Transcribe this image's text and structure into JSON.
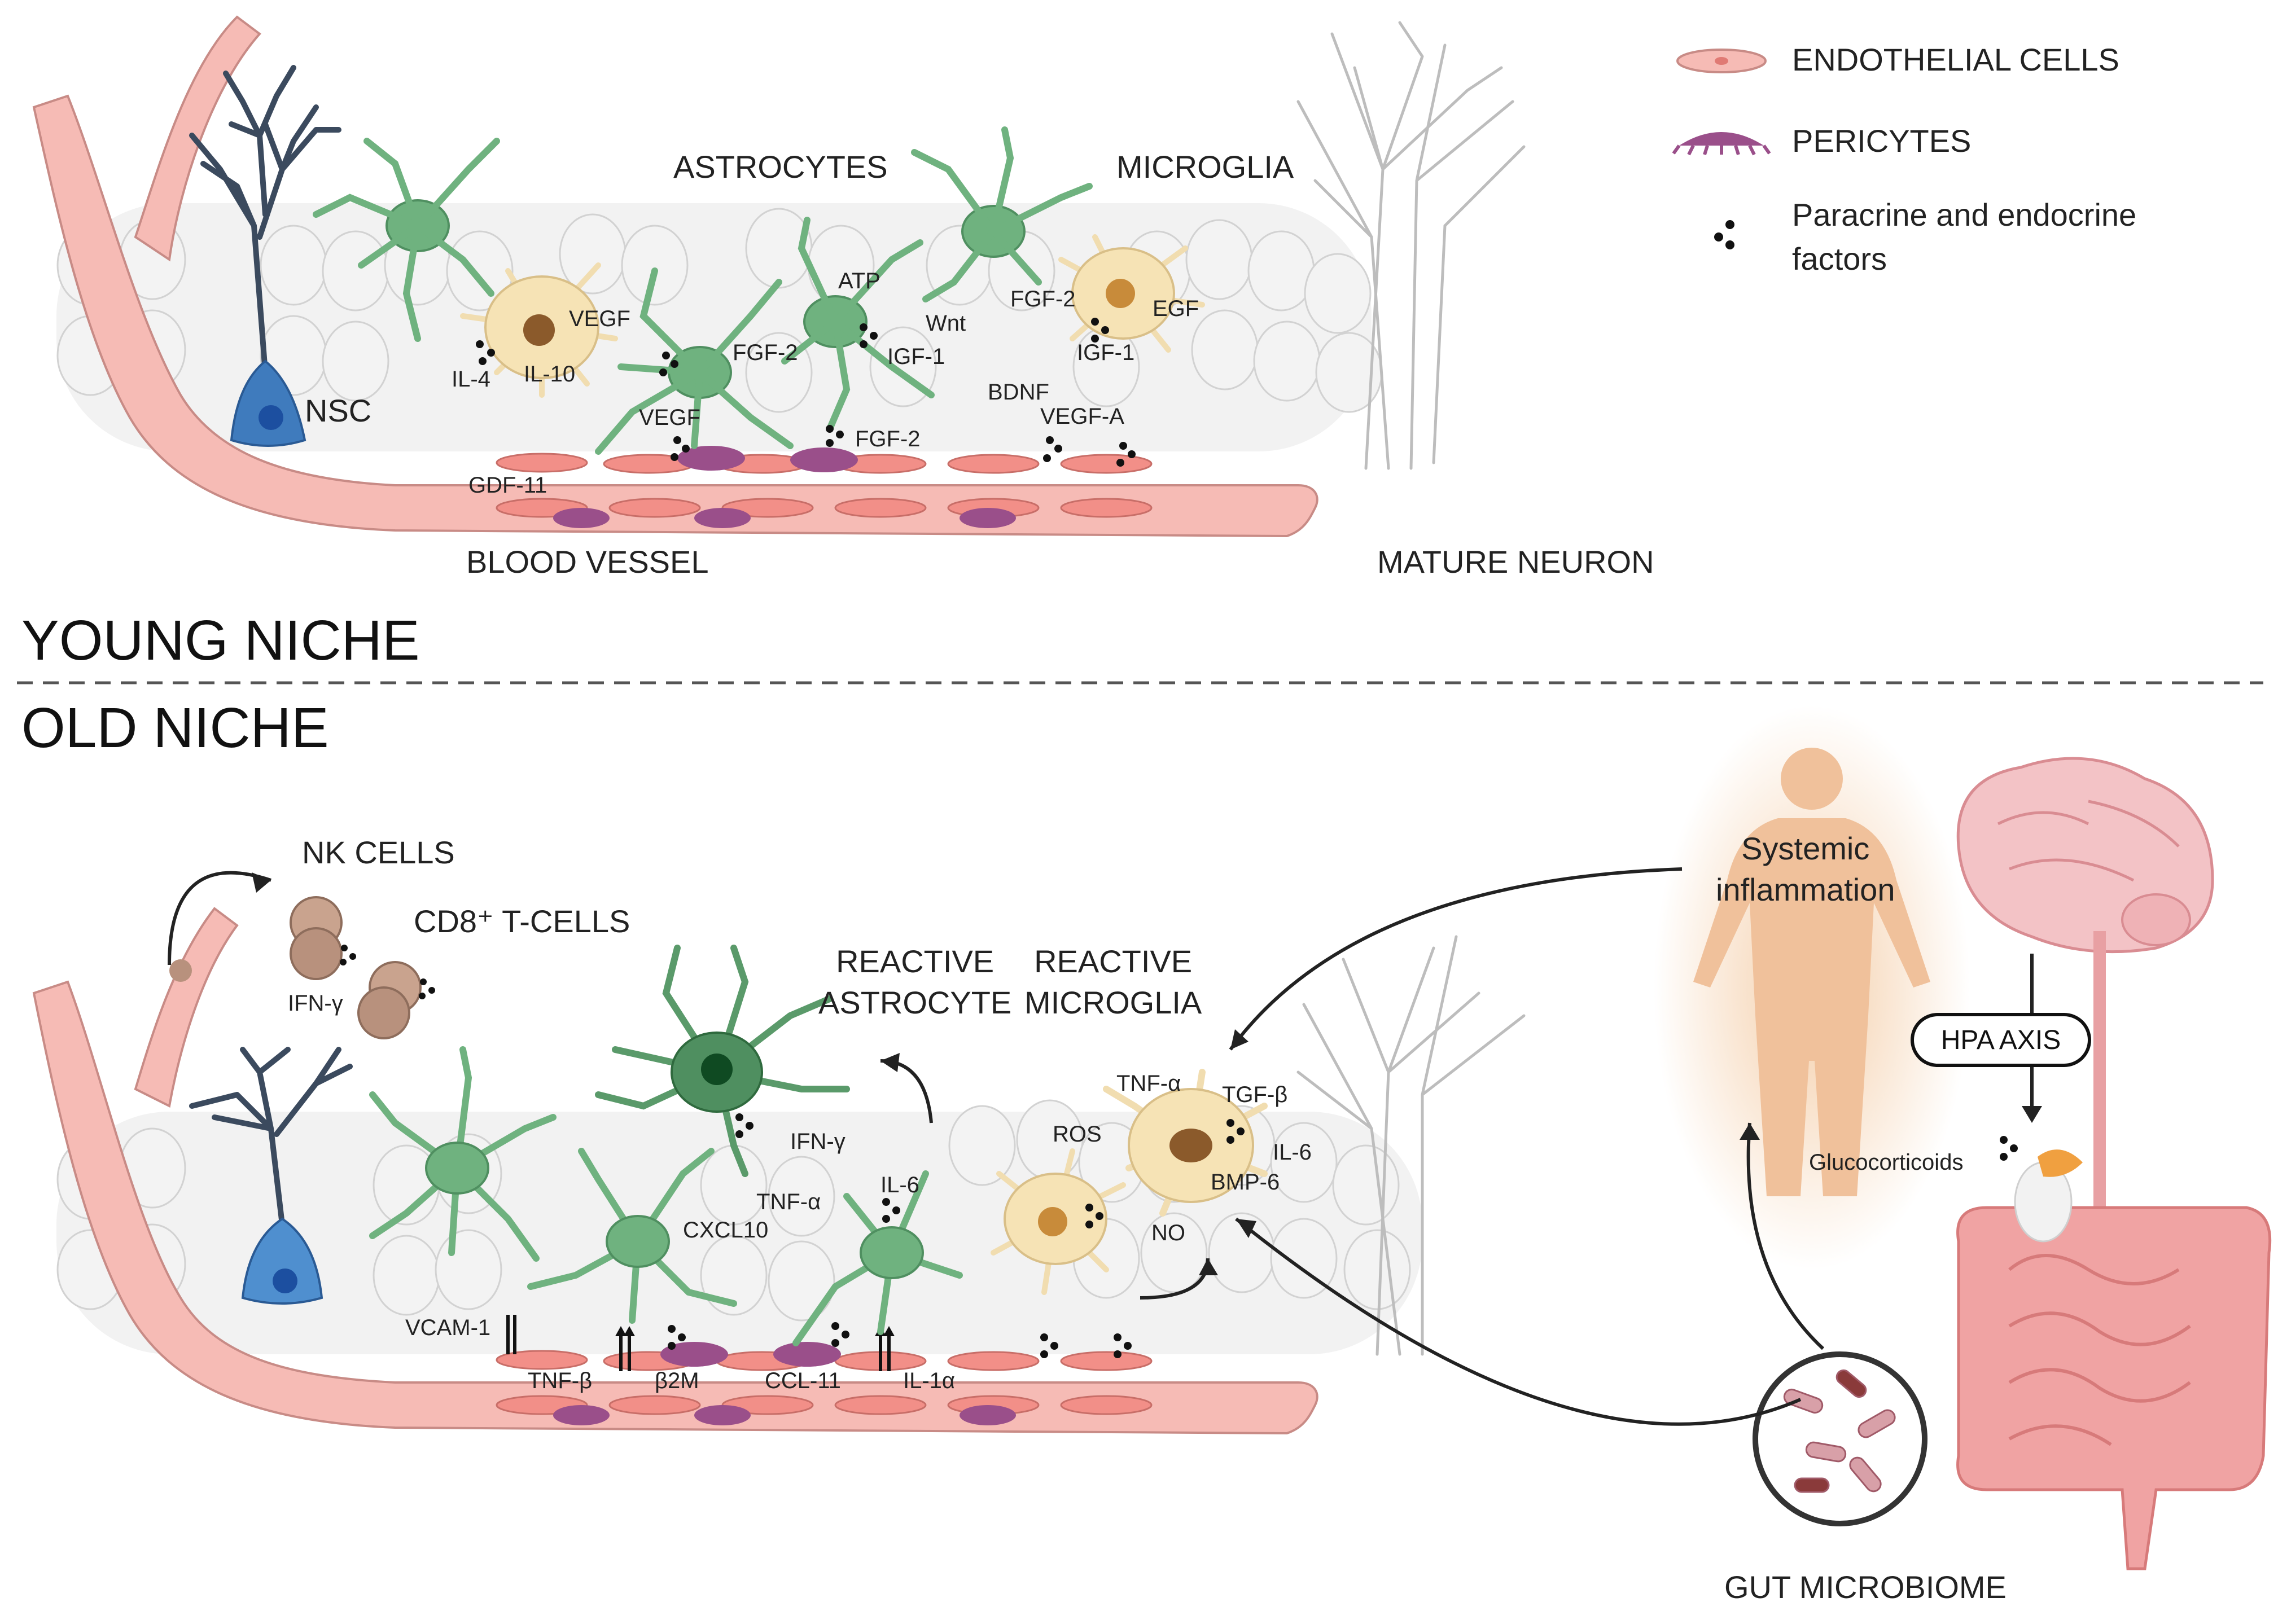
{
  "legend": {
    "endothelial": "ENDOTHELIAL CELLS",
    "pericytes": "PERICYTES",
    "factors": "Paracrine and endocrine\nfactors"
  },
  "young": {
    "title": "YOUNG NICHE",
    "astrocytes": "ASTROCYTES",
    "microglia": "MICROGLIA",
    "nsc": "NSC",
    "blood_vessel": "BLOOD VESSEL",
    "mature_neuron": "MATURE NEURON",
    "factors": {
      "vegf1": "VEGF",
      "il4": "IL-4",
      "il10": "IL-10",
      "fgf2a": "FGF-2",
      "vegf2": "VEGF",
      "atp": "ATP",
      "wnt": "Wnt",
      "igf1a": "IGF-1",
      "fgf2b": "FGF-2",
      "egf": "EGF",
      "igf1b": "IGF-1",
      "bdnf": "BDNF",
      "vegfa": "VEGF-A",
      "fgf2c": "FGF-2",
      "gdf11": "GDF-11"
    }
  },
  "old": {
    "title": "OLD NICHE",
    "nk": "NK CELLS",
    "cd8": "CD8⁺ T-CELLS",
    "ifng1": "IFN-γ",
    "reactive_astrocyte": "REACTIVE\nASTROCYTE",
    "reactive_microglia": "REACTIVE\nMICROGLIA",
    "systemic": "Systemic\ninflammation",
    "hpa": "HPA AXIS",
    "glucocorticoids": "Glucocorticoids",
    "gut": "GUT MICROBIOME",
    "factors": {
      "tnfa1": "TNF-α",
      "tgfb": "TGF-β",
      "ros": "ROS",
      "il6a": "IL-6",
      "bmp6": "BMP-6",
      "no": "NO",
      "ifng2": "IFN-γ",
      "tnfa2": "TNF-α",
      "il6b": "IL-6",
      "cxcl10": "CXCL10",
      "vcam": "VCAM-1",
      "tnfb": "TNF-β",
      "b2m": "β2M",
      "ccl11": "CCL-11",
      "il1a": "IL-1α"
    }
  },
  "colors": {
    "vessel": "#f4b3ad",
    "pericyte": "#9a4f8a",
    "astro": "#6fb27f",
    "micro": "#f6e3b5",
    "nsc_body": "#3f7bbd",
    "nsc_tree": "#3b4a5e",
    "tissue": "#eeeeee"
  }
}
